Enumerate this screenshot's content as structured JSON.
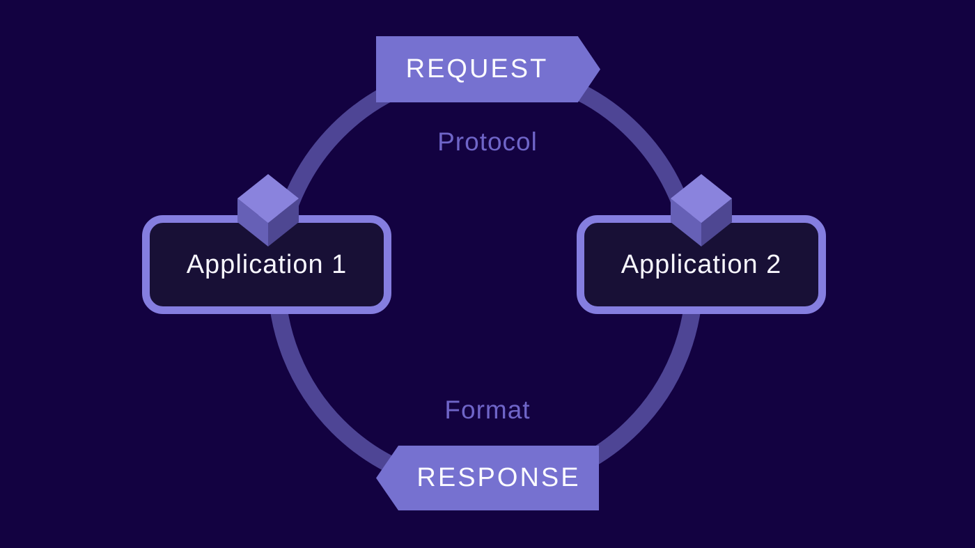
{
  "colors": {
    "bg": "#130241",
    "ring": "#4e4595",
    "banner": "#7671d0",
    "banner-text": "#fcfbff",
    "mid-label": "#6f65c8",
    "node-border": "#857ee0",
    "node-fill": "#181036",
    "node-text": "#f7f6fd",
    "cube-top": "#8a83dd",
    "cube-left": "#6660b6",
    "cube-right": "#4e4792"
  },
  "cycle": {
    "request_label": "REQUEST",
    "response_label": "RESPONSE",
    "protocol_label": "Protocol",
    "format_label": "Format",
    "nodes": [
      {
        "label": "Application 1",
        "icon": "cube-icon"
      },
      {
        "label": "Application 2",
        "icon": "cube-icon"
      }
    ]
  }
}
